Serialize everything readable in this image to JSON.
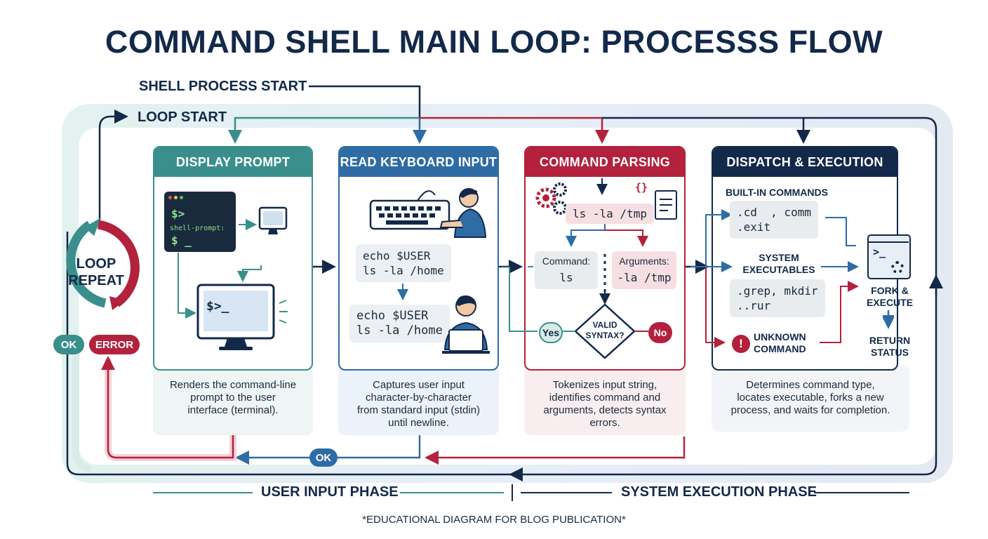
{
  "title": "COMMAND SHELL MAIN LOOP: PROCESSS FLOW",
  "labels": {
    "shell_start": "SHELL PROCESS START",
    "loop_start": "LOOP START",
    "loop_repeat_1": "LOOP",
    "loop_repeat_2": "REPEAT",
    "ok_left": "OK",
    "error_left": "ERROR",
    "ok_bottom": "OK",
    "user_phase": "USER INPUT PHASE",
    "system_phase": "SYSTEM EXECUTION PHASE",
    "footnote": "*EDUCATIONAL DIAGRAM FOR BLOG PUBLICATION*"
  },
  "cards": {
    "display_prompt": {
      "header": "DISPLAY PROMPT",
      "term_line1": "$>",
      "term_line2": "shell-prompt:",
      "term_line3": "$ _",
      "monitor_text": "$>_",
      "desc1": "Renders the command-line",
      "desc2": "prompt to the user",
      "desc3": "interface (terminal)."
    },
    "read_input": {
      "header": "READ KEYBOARD INPUT",
      "bubble1_line1": "echo $USER",
      "bubble1_line2": "ls -la /home",
      "bubble2_line1": "echo $USER",
      "bubble2_line2": "ls -la /home",
      "desc1": "Captures user input",
      "desc2": "character-by-character",
      "desc3": "from standard input (stdin)",
      "desc4": "until newline."
    },
    "parsing": {
      "header": "COMMAND PARSING",
      "brace_icon": "{}",
      "input_chip": "ls -la /tmp",
      "command_label": "Command:",
      "command_value": "ls",
      "args_label": "Arguments:",
      "args_value": "-la /tmp",
      "valid_1": "VALID",
      "valid_2": "SYNTAX?",
      "yes": "Yes",
      "no": "No",
      "desc1": "Tokenizes input string,",
      "desc2": "identifies command and",
      "desc3": "arguments, detects syntax",
      "desc4": "errors."
    },
    "dispatch": {
      "header": "DISPATCH & EXECUTION",
      "builtin_label": "BUILT-IN COMMANDS",
      "builtin_line1": ".cd  , comm",
      "builtin_line2": ".exit",
      "system_label_1": "SYSTEM",
      "system_label_2": "EXECUTABLES",
      "system_line1": ".grep, mkdir",
      "system_line2": "..rur",
      "unknown_1": "UNKNOWN",
      "unknown_2": "COMMAND",
      "exec_icon_text": ">_",
      "fork_1": "FORK &",
      "fork_2": "EXECUTE",
      "return_1": "RETURN",
      "return_2": "STATUS",
      "desc1": "Determines command type,",
      "desc2": "locates executable, forks a new",
      "desc3": "process, and waits for completion."
    }
  },
  "colors": {
    "navy": "#13294a",
    "teal": "#3a8f8c",
    "blue": "#2f6ca6",
    "red": "#b3213d"
  }
}
